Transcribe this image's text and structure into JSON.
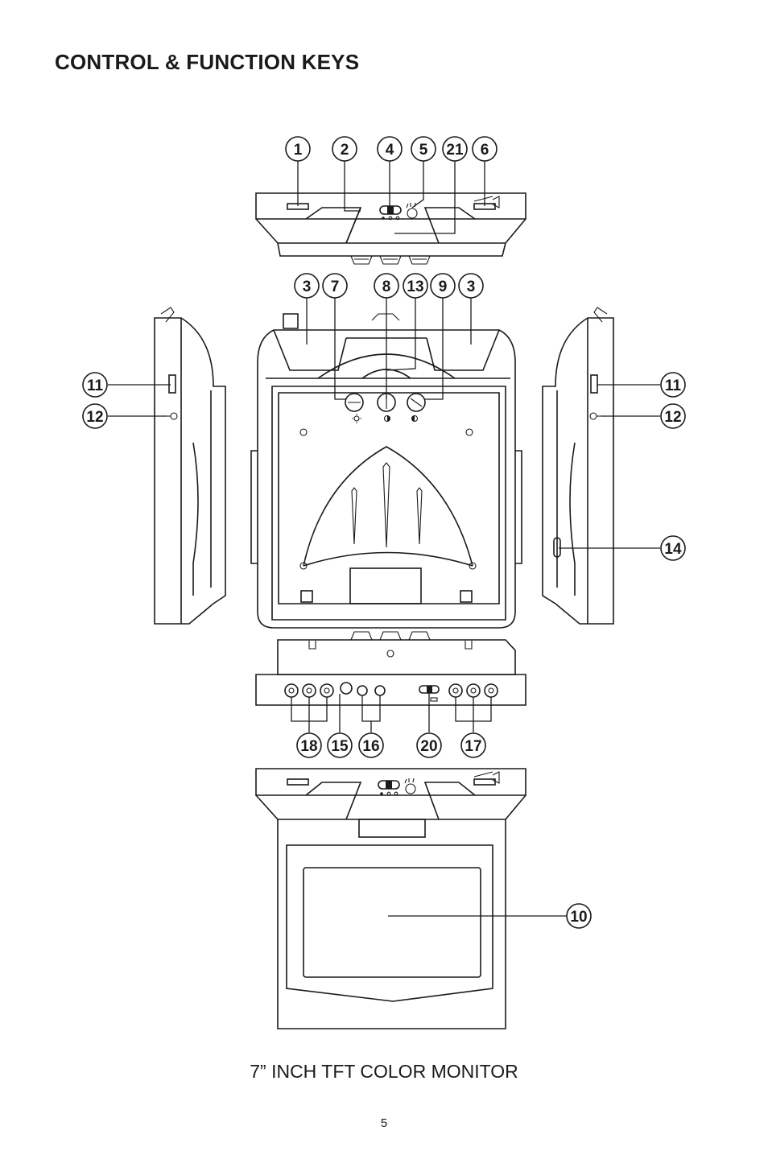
{
  "title": "CONTROL & FUNCTION KEYS",
  "caption": "7” INCH TFT COLOR MONITOR",
  "page_number": "5",
  "callouts": {
    "top": [
      "1",
      "2",
      "4",
      "5",
      "21",
      "6"
    ],
    "front": [
      "3",
      "7",
      "8",
      "13",
      "9",
      "3"
    ],
    "side_left": [
      "11",
      "12"
    ],
    "side_right": [
      "11",
      "12",
      "14"
    ],
    "bottom": [
      "18",
      "15",
      "16",
      "20",
      "17"
    ],
    "screen": [
      "10"
    ]
  },
  "icons": [
    "brightness-icon",
    "contrast-icon",
    "color-icon"
  ]
}
